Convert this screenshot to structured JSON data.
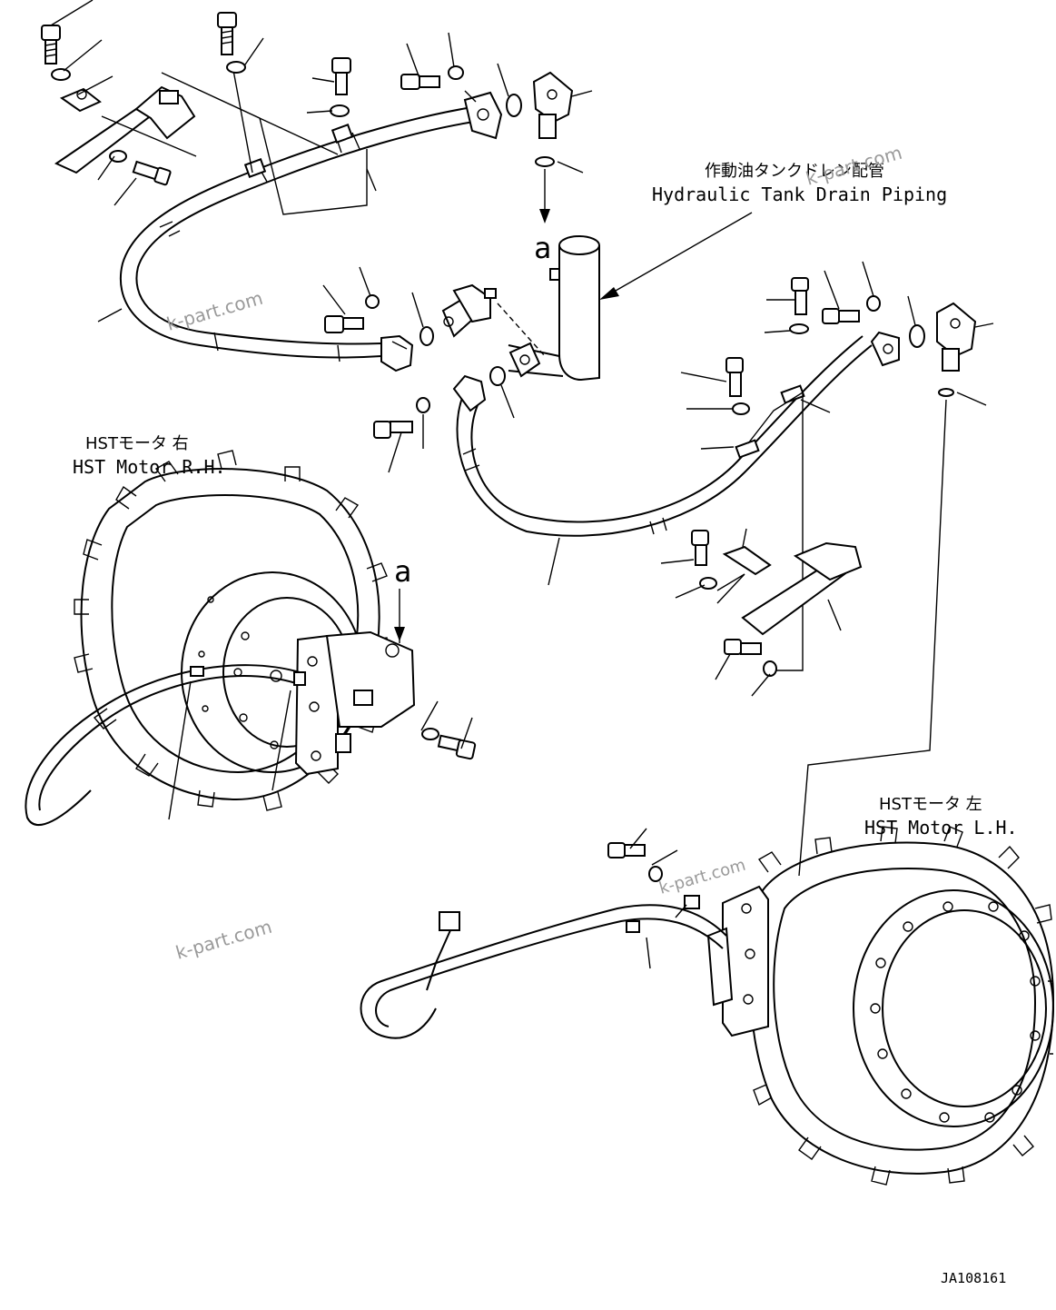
{
  "diagram": {
    "title_jp": "作動油タンクドレン配管",
    "title_en": "Hydraulic Tank Drain Piping",
    "motor_rh_jp": "HSTモータ 右",
    "motor_rh_en": "HST Motor R.H.",
    "motor_lh_jp": "HSTモータ 左",
    "motor_lh_en": "HST Motor L.H.",
    "ref_mark_top": "a",
    "ref_mark_motor": "a",
    "drawing_number": "JA108161",
    "watermark": "k-part.com"
  }
}
